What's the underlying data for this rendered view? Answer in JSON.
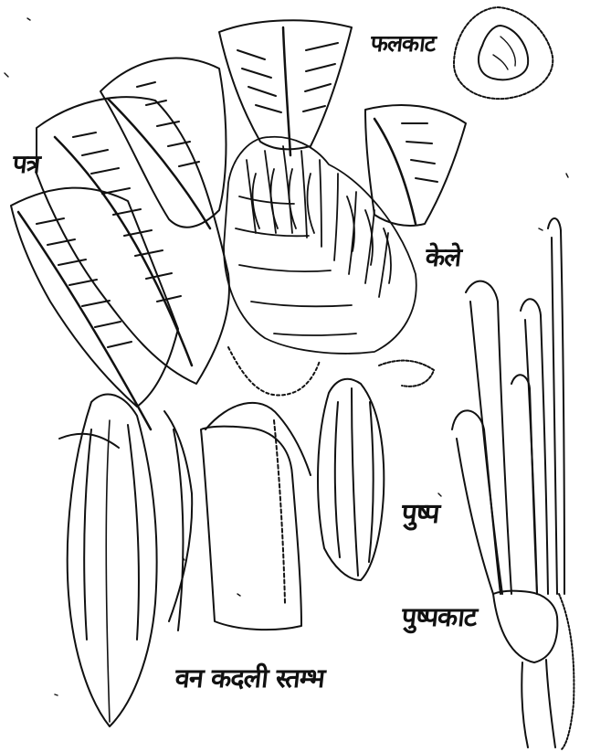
{
  "labels": {
    "fruit_section": "फलकाट",
    "leaf": "पत्र",
    "bananas": "केले",
    "flower": "पुष्प",
    "flower_section": "पुष्पकाट",
    "stem": "वन कदली स्तम्भ"
  },
  "colors": {
    "ink": "#111111",
    "paper": "#ffffff"
  }
}
